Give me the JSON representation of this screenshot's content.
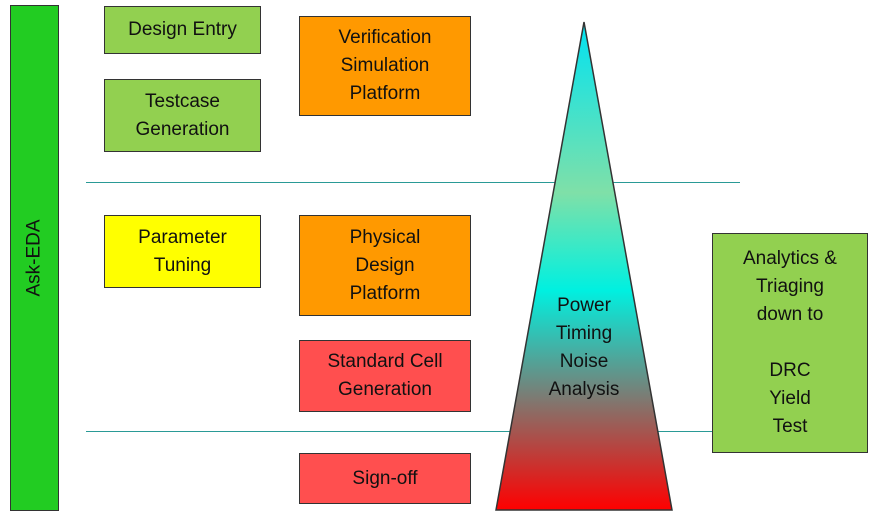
{
  "sidebar": {
    "label": "Ask-EDA",
    "color": "#22cc22"
  },
  "boxes": {
    "design_entry": {
      "label": "Design Entry",
      "color": "#92d050"
    },
    "testcase_generation": {
      "label": "Testcase\nGeneration",
      "color": "#92d050"
    },
    "verification_platform": {
      "label": "Verification\nSimulation\nPlatform",
      "color": "#ff9900"
    },
    "parameter_tuning": {
      "label": "Parameter\nTuning",
      "color": "#ffff00"
    },
    "physical_design_platform": {
      "label": "Physical\nDesign\nPlatform",
      "color": "#ff9900"
    },
    "standard_cell_generation": {
      "label": "Standard Cell\nGeneration",
      "color": "#ff4f4f"
    },
    "sign_off": {
      "label": "Sign-off",
      "color": "#ff4f4f"
    },
    "analytics": {
      "label": "Analytics &\nTriaging\ndown to\n\nDRC\nYield\nTest",
      "color": "#92d050"
    }
  },
  "triangle": {
    "label": "Power\nTiming\nNoise\nAnalysis",
    "gradient": [
      "#00e3f2",
      "#7fe0a8",
      "#00f0e0",
      "#ff0000"
    ]
  },
  "divider_color": "#2a9a96"
}
